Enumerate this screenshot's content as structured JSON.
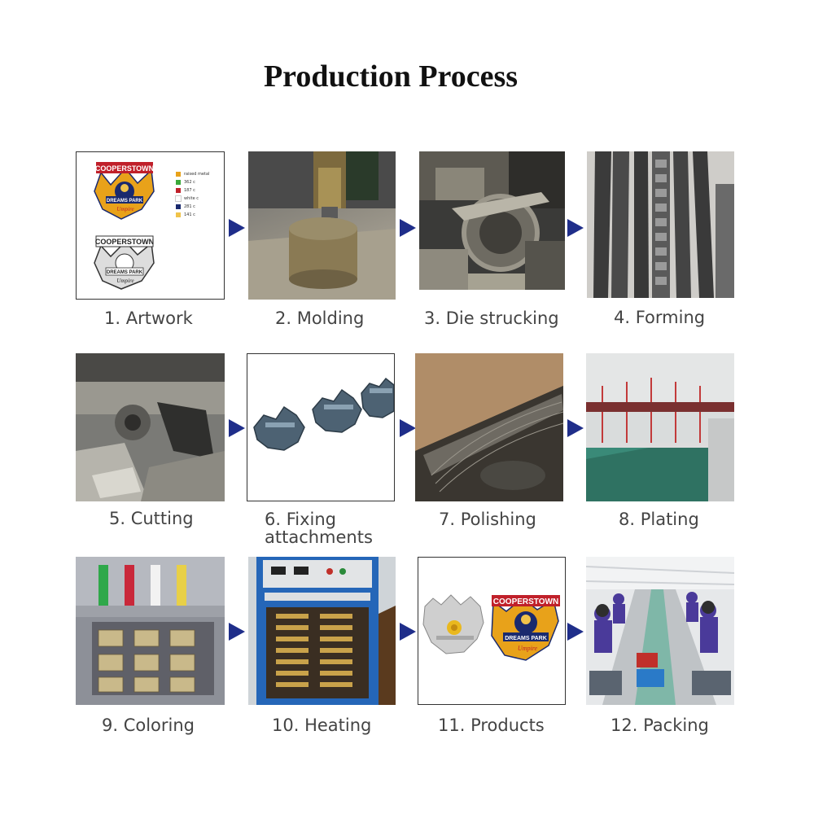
{
  "title": "Production Process",
  "steps": [
    {
      "label": "1. Artwork"
    },
    {
      "label": "2. Molding"
    },
    {
      "label": "3. Die strucking"
    },
    {
      "label": "4. Forming"
    },
    {
      "label": "5. Cutting"
    },
    {
      "label_line1": "6. Fixing",
      "label_line2": "attachments"
    },
    {
      "label": "7. Polishing"
    },
    {
      "label": "8. Plating"
    },
    {
      "label": "9. Coloring"
    },
    {
      "label": "10. Heating"
    },
    {
      "label": "11. Products"
    },
    {
      "label": "12. Packing"
    }
  ],
  "artwork": {
    "logo_text_top": "COOPERSTOWN",
    "logo_text_banner": "DREAMS PARK",
    "logo_text_script": "Umpire",
    "color_key": [
      {
        "label": "raised metal",
        "color": "#e8a21a"
      },
      {
        "label": "362 c",
        "color": "#3aa83a"
      },
      {
        "label": "187 c",
        "color": "#c0202a"
      },
      {
        "label": "white c",
        "color": "#ffffff"
      },
      {
        "label": "281 c",
        "color": "#1a2a6e"
      },
      {
        "label": "141 c",
        "color": "#f0c34a"
      }
    ]
  },
  "products": {
    "logo_text_top": "COOPERSTOWN",
    "logo_text_banner": "DREAMS PARK",
    "logo_text_script": "Umpire"
  },
  "colors": {
    "arrow": "#1f2e8a",
    "caption": "#444444",
    "frame": "#333333"
  }
}
